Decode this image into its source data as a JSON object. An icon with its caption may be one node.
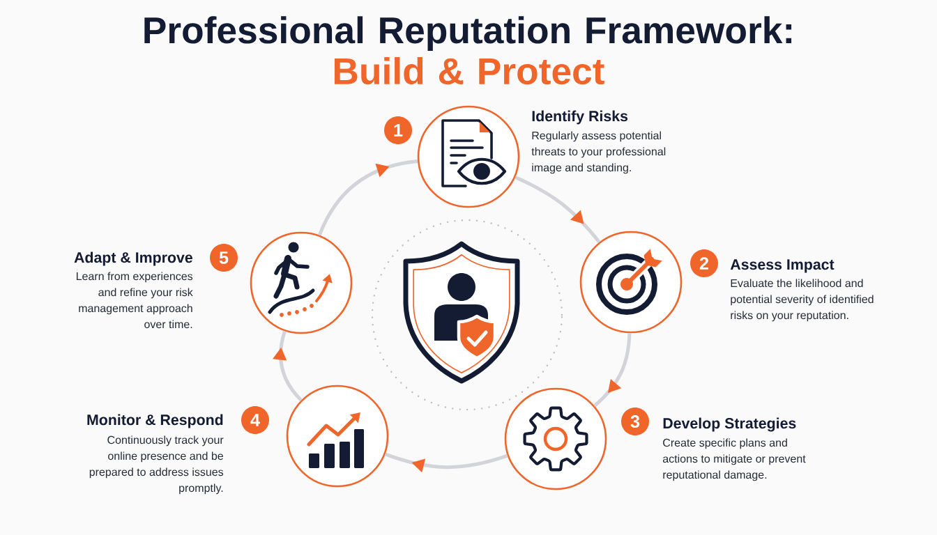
{
  "diagram": {
    "title": "Professional Reputation Framework: Build & Protect",
    "nodes": [
      {
        "text": [
          "1"
        ]
      },
      {
        "text": [
          "Identify Risks",
          "Regularly assess potential threats to your professional image and standing."
        ]
      },
      {
        "text": [
          "2",
          "Assess Impact",
          "Evaluate the likelihood and potential severity of identified risks on your reputation."
        ]
      },
      {
        "text": [],
        "shape": "circle"
      },
      {
        "text": [
          "3",
          "Develop Strategies",
          "Create specific plans and actions to mitigate or prevent reputational damage."
        ]
      },
      {
        "text": [],
        "shape": "circle"
      },
      {
        "text": [
          "Monitor & Respond",
          "4",
          "Continuously track your online presence and be prepared to address issues promptly."
        ]
      },
      {
        "text": [],
        "shape": "circle"
      },
      {
        "text": [
          "Adapt & Improve",
          "5",
          "Learn from experiences and refine your risk management approach over time."
        ]
      },
      {
        "text": [],
        "shape": "circle"
      }
    ],
    "edges": [
      {
        "from": 1,
        "to": 3,
        "arrow": "to"
      },
      {
        "from": 3,
        "to": 5,
        "arrow": "to"
      },
      {
        "from": 5,
        "to": 7,
        "arrow": "to"
      },
      {
        "from": 7,
        "to": 9,
        "arrow": "to"
      },
      {
        "from": 9,
        "to": 1,
        "arrow": "to"
      }
    ]
  }
}
